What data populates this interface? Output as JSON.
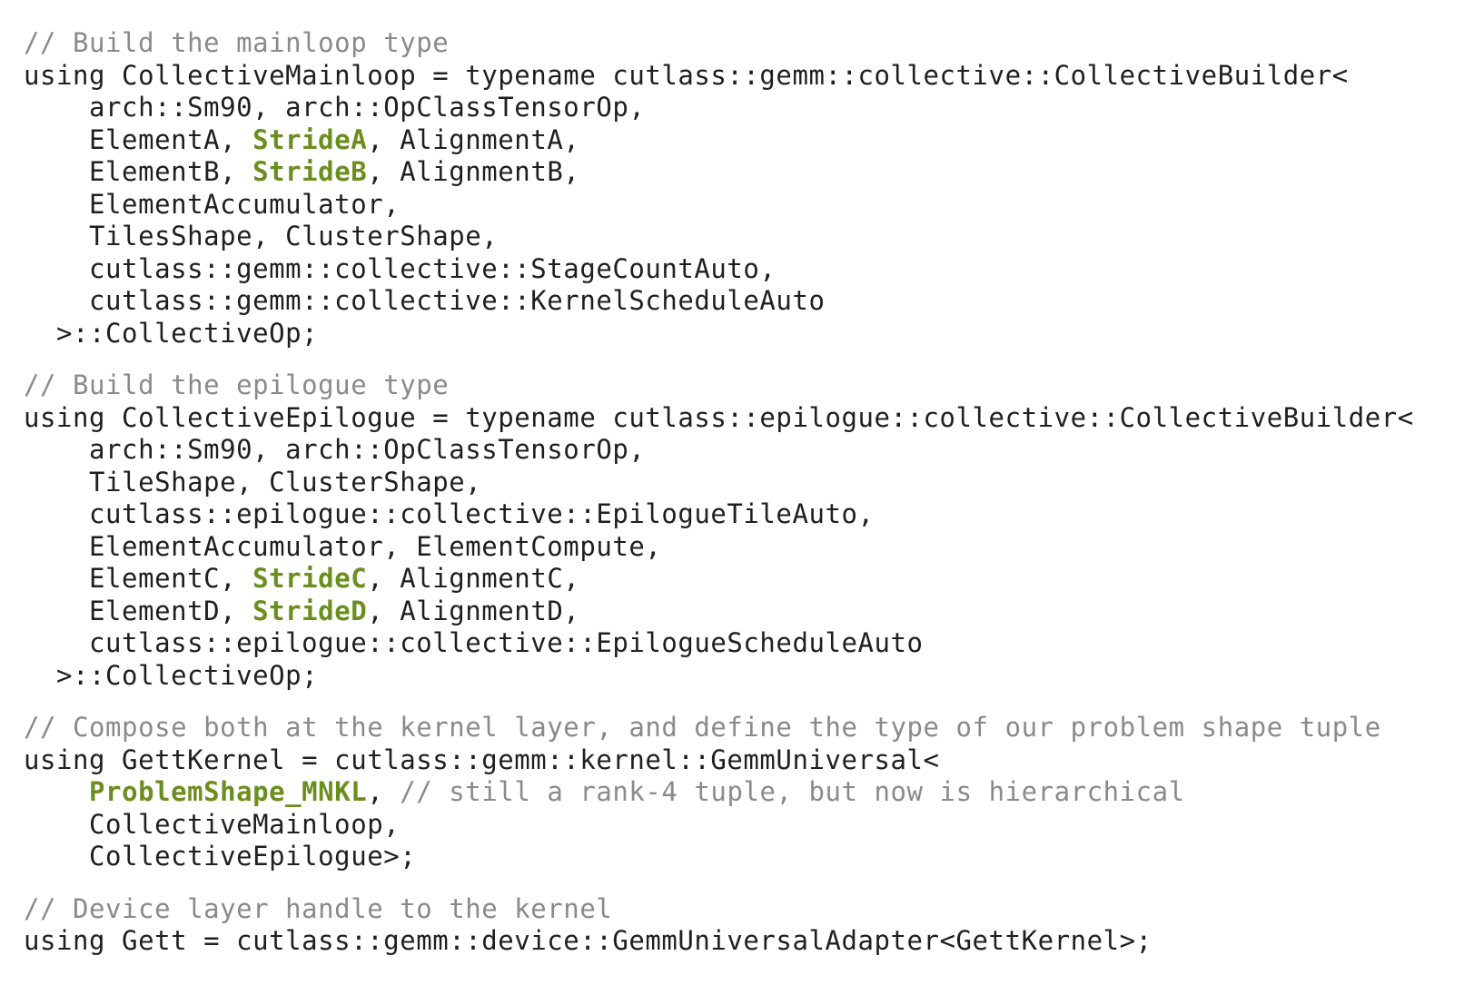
{
  "code": {
    "mainloop": {
      "comment": "// Build the mainloop type",
      "lines": [
        [
          {
            "t": "using CollectiveMainloop = typename cutlass::gemm::collective::CollectiveBuilder<"
          }
        ],
        [
          {
            "t": "    arch::Sm90, arch::OpClassTensorOp,"
          }
        ],
        [
          {
            "t": "    ElementA, "
          },
          {
            "t": "StrideA",
            "s": "hl"
          },
          {
            "t": ", AlignmentA,"
          }
        ],
        [
          {
            "t": "    ElementB, "
          },
          {
            "t": "StrideB",
            "s": "hl"
          },
          {
            "t": ", AlignmentB,"
          }
        ],
        [
          {
            "t": "    ElementAccumulator,"
          }
        ],
        [
          {
            "t": "    TilesShape, ClusterShape,"
          }
        ],
        [
          {
            "t": "    cutlass::gemm::collective::StageCountAuto,"
          }
        ],
        [
          {
            "t": "    cutlass::gemm::collective::KernelScheduleAuto"
          }
        ],
        [
          {
            "t": "  >::CollectiveOp;"
          }
        ]
      ]
    },
    "epilogue": {
      "comment": "// Build the epilogue type",
      "lines": [
        [
          {
            "t": "using CollectiveEpilogue = typename cutlass::epilogue::collective::CollectiveBuilder<"
          }
        ],
        [
          {
            "t": "    arch::Sm90, arch::OpClassTensorOp,"
          }
        ],
        [
          {
            "t": "    TileShape, ClusterShape,"
          }
        ],
        [
          {
            "t": "    cutlass::epilogue::collective::EpilogueTileAuto,"
          }
        ],
        [
          {
            "t": "    ElementAccumulator, ElementCompute,"
          }
        ],
        [
          {
            "t": "    ElementC, "
          },
          {
            "t": "StrideC",
            "s": "hl"
          },
          {
            "t": ", AlignmentC,"
          }
        ],
        [
          {
            "t": "    ElementD, "
          },
          {
            "t": "StrideD",
            "s": "hl"
          },
          {
            "t": ", AlignmentD,"
          }
        ],
        [
          {
            "t": "    cutlass::epilogue::collective::EpilogueScheduleAuto"
          }
        ],
        [
          {
            "t": "  >::CollectiveOp;"
          }
        ]
      ]
    },
    "kernel": {
      "comment": "// Compose both at the kernel layer, and define the type of our problem shape tuple",
      "lines": [
        [
          {
            "t": "using GettKernel = cutlass::gemm::kernel::GemmUniversal<"
          }
        ],
        [
          {
            "t": "    "
          },
          {
            "t": "ProblemShape_MNKL",
            "s": "hl"
          },
          {
            "t": ", "
          },
          {
            "t": "// still a rank-4 tuple, but now is hierarchical",
            "s": "comment"
          }
        ],
        [
          {
            "t": "    CollectiveMainloop,"
          }
        ],
        [
          {
            "t": "    CollectiveEpilogue>;"
          }
        ]
      ]
    },
    "device": {
      "comment": "// Device layer handle to the kernel",
      "lines": [
        [
          {
            "t": "using Gett = cutlass::gemm::device::GemmUniversalAdapter<GettKernel>;"
          }
        ]
      ]
    }
  },
  "colors": {
    "text": "#1f1f1f",
    "comment": "#8a8a8a",
    "highlight": "#6b8e1f",
    "background": "#ffffff"
  }
}
